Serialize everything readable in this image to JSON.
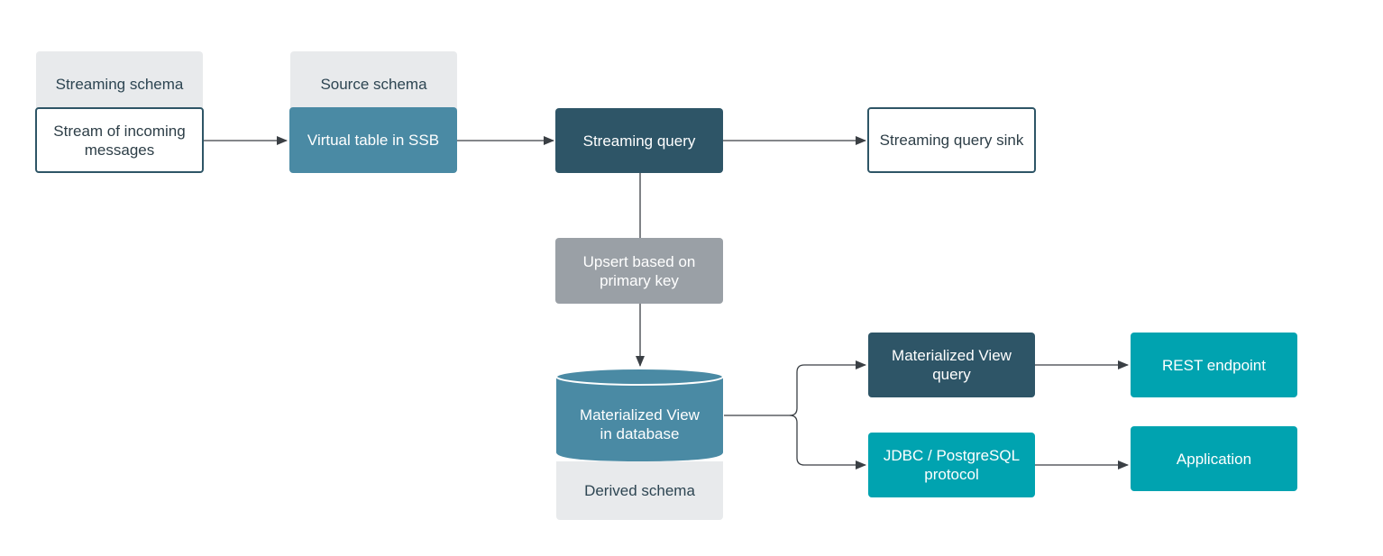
{
  "nodes": {
    "streaming_schema": "Streaming schema",
    "source_schema": "Source schema",
    "stream_incoming": "Stream of incoming\nmessages",
    "virtual_table": "Virtual table in SSB",
    "streaming_query": "Streaming query",
    "streaming_sink": "Streaming query sink",
    "upsert": "Upsert based on\nprimary key",
    "materialized_db": "Materialized View\nin database",
    "derived_schema": "Derived schema",
    "mv_query": "Materialized View\nquery",
    "jdbc": "JDBC / PostgreSQL\nprotocol",
    "rest": "REST endpoint",
    "application": "Application"
  },
  "colors": {
    "dark": "#2e5567",
    "steel": "#4a8aa4",
    "gray": "#9aa0a6",
    "teal": "#00a3b0",
    "schema_bg": "#e8eaec",
    "line": "#3a3f44"
  }
}
